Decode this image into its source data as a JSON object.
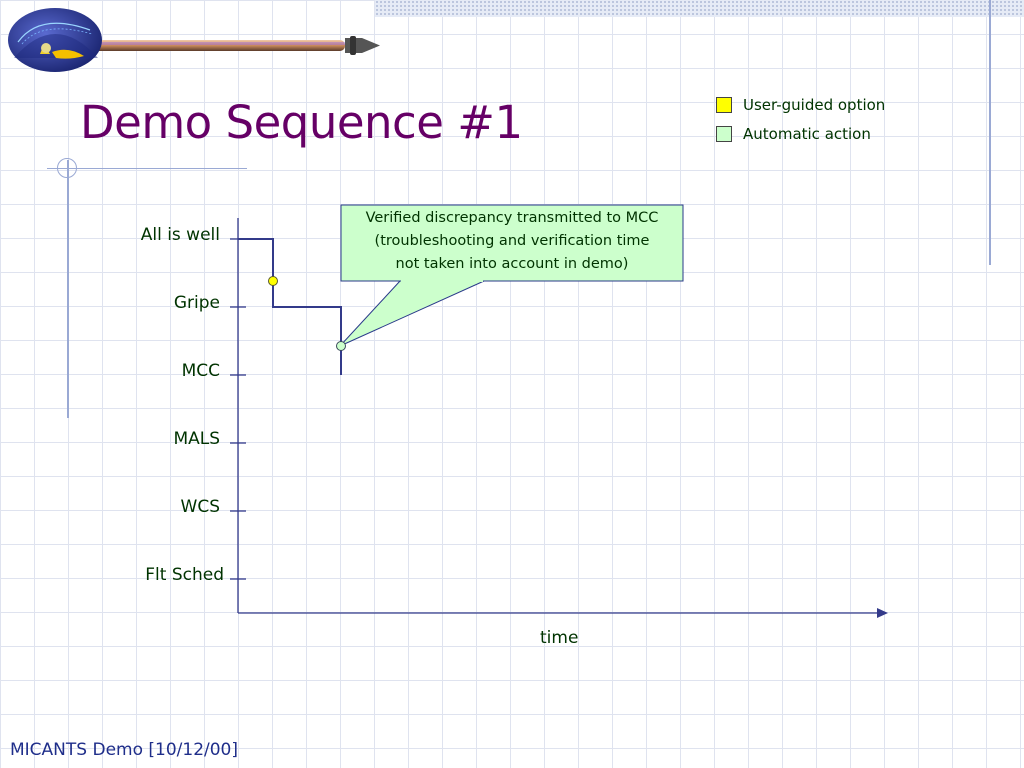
{
  "title": "Demo Sequence #1",
  "legend": [
    {
      "label": "User-guided option",
      "color": "#ffff00"
    },
    {
      "label": "Automatic action",
      "color": "#ccffcc"
    }
  ],
  "levels": [
    "All is well",
    "Gripe",
    "MCC",
    "MALS",
    "WCS",
    "Flt Sched"
  ],
  "x_axis_label": "time",
  "callout": {
    "line1": "Verified discrepancy transmitted to MCC",
    "line2": "(troubleshooting and verification time",
    "line3": "not taken into account in demo)",
    "fill": "#ccffcc"
  },
  "footer": "MICANTS Demo [10/12/00]",
  "colors": {
    "title": "#660066",
    "path": "#333a8a",
    "text": "#003300",
    "footer": "#1f2e8a"
  },
  "icons": {
    "logo": "emblem-with-rocket-icon"
  }
}
